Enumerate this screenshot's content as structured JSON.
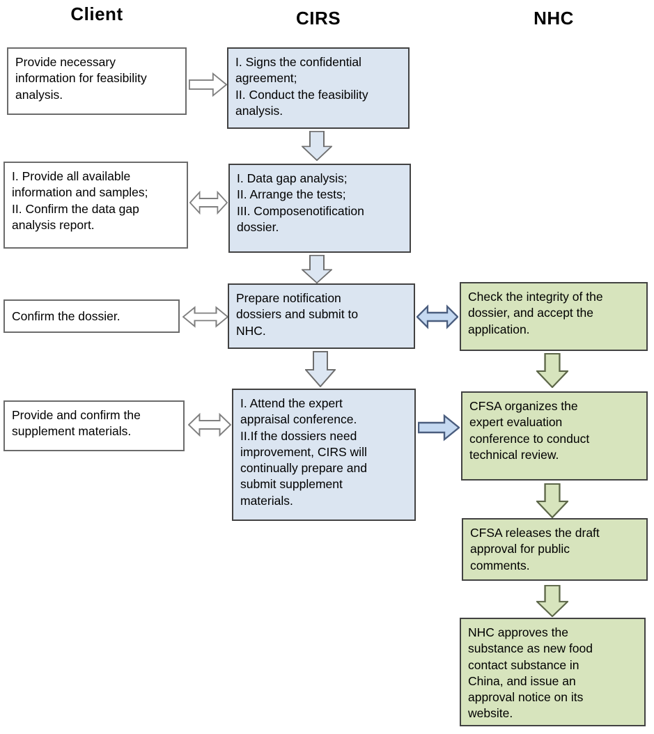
{
  "headers": {
    "client": "Client",
    "cirs": "CIRS",
    "nhc": "NHC"
  },
  "boxes": {
    "client_1": "Provide necessary\ninformation for feasibility\nanalysis.",
    "cirs_1": "I. Signs the confidential\nagreement;\nII. Conduct the feasibility\nanalysis.",
    "client_2": "I. Provide all available\ninformation and samples;\nII. Confirm the data gap\nanalysis report.",
    "cirs_2": "I. Data gap analysis;\nII. Arrange the tests;\nIII. Composenotification\ndossier.",
    "client_3": "Confirm the dossier.",
    "cirs_3": "Prepare notification\ndossiers and submit to\nNHC.",
    "nhc_1": "Check the integrity of the\ndossier, and accept the\napplication.",
    "client_4": "Provide and confirm the\nsupplement materials.",
    "cirs_4": "I. Attend the expert\nappraisal conference.\nII.If the dossiers need\nimprovement, CIRS will\ncontinually prepare and\nsubmit supplement\nmaterials.",
    "nhc_2": "CFSA organizes the\nexpert evaluation\nconference to conduct\ntechnical review.",
    "nhc_3": "CFSA releases the draft\napproval for public\ncomments.",
    "nhc_4": "NHC approves the\nsubstance as new food\ncontact substance in\nChina, and issue an\napproval notice on its\nwebsite."
  },
  "arrows": [
    {
      "from": "client_1",
      "to": "cirs_1",
      "direction": "right",
      "style": "white-outline"
    },
    {
      "from": "cirs_1",
      "to": "cirs_2",
      "direction": "down",
      "style": "light-blue"
    },
    {
      "from": "client_2",
      "to": "cirs_2",
      "direction": "both",
      "style": "white-outline"
    },
    {
      "from": "cirs_2",
      "to": "cirs_3",
      "direction": "down",
      "style": "light-blue"
    },
    {
      "from": "client_3",
      "to": "cirs_3",
      "direction": "both",
      "style": "white-outline"
    },
    {
      "from": "cirs_3",
      "to": "nhc_1",
      "direction": "both",
      "style": "blue-filled"
    },
    {
      "from": "cirs_3",
      "to": "cirs_4",
      "direction": "down",
      "style": "light-blue"
    },
    {
      "from": "nhc_1",
      "to": "nhc_2",
      "direction": "down",
      "style": "green"
    },
    {
      "from": "client_4",
      "to": "cirs_4",
      "direction": "both",
      "style": "white-outline"
    },
    {
      "from": "cirs_4",
      "to": "nhc_2",
      "direction": "right",
      "style": "blue-filled"
    },
    {
      "from": "nhc_2",
      "to": "nhc_3",
      "direction": "down",
      "style": "green"
    },
    {
      "from": "nhc_3",
      "to": "nhc_4",
      "direction": "down",
      "style": "green"
    }
  ],
  "colors": {
    "cirs_box_fill": "#dbe5f1",
    "nhc_box_fill": "#d7e4bd",
    "client_box_fill": "#ffffff",
    "box_border_dark": "#424242",
    "client_box_border": "#6b6b6b",
    "blue_arrow_fill": "#c5d9f1",
    "blue_arrow_border": "#4a5d7e",
    "light_blue_arrow_fill": "#dce6f2",
    "green_arrow_fill": "#d7e4bd",
    "green_arrow_border": "#5c6648",
    "white_arrow_border": "#7f7f7f",
    "text": "#000000"
  }
}
